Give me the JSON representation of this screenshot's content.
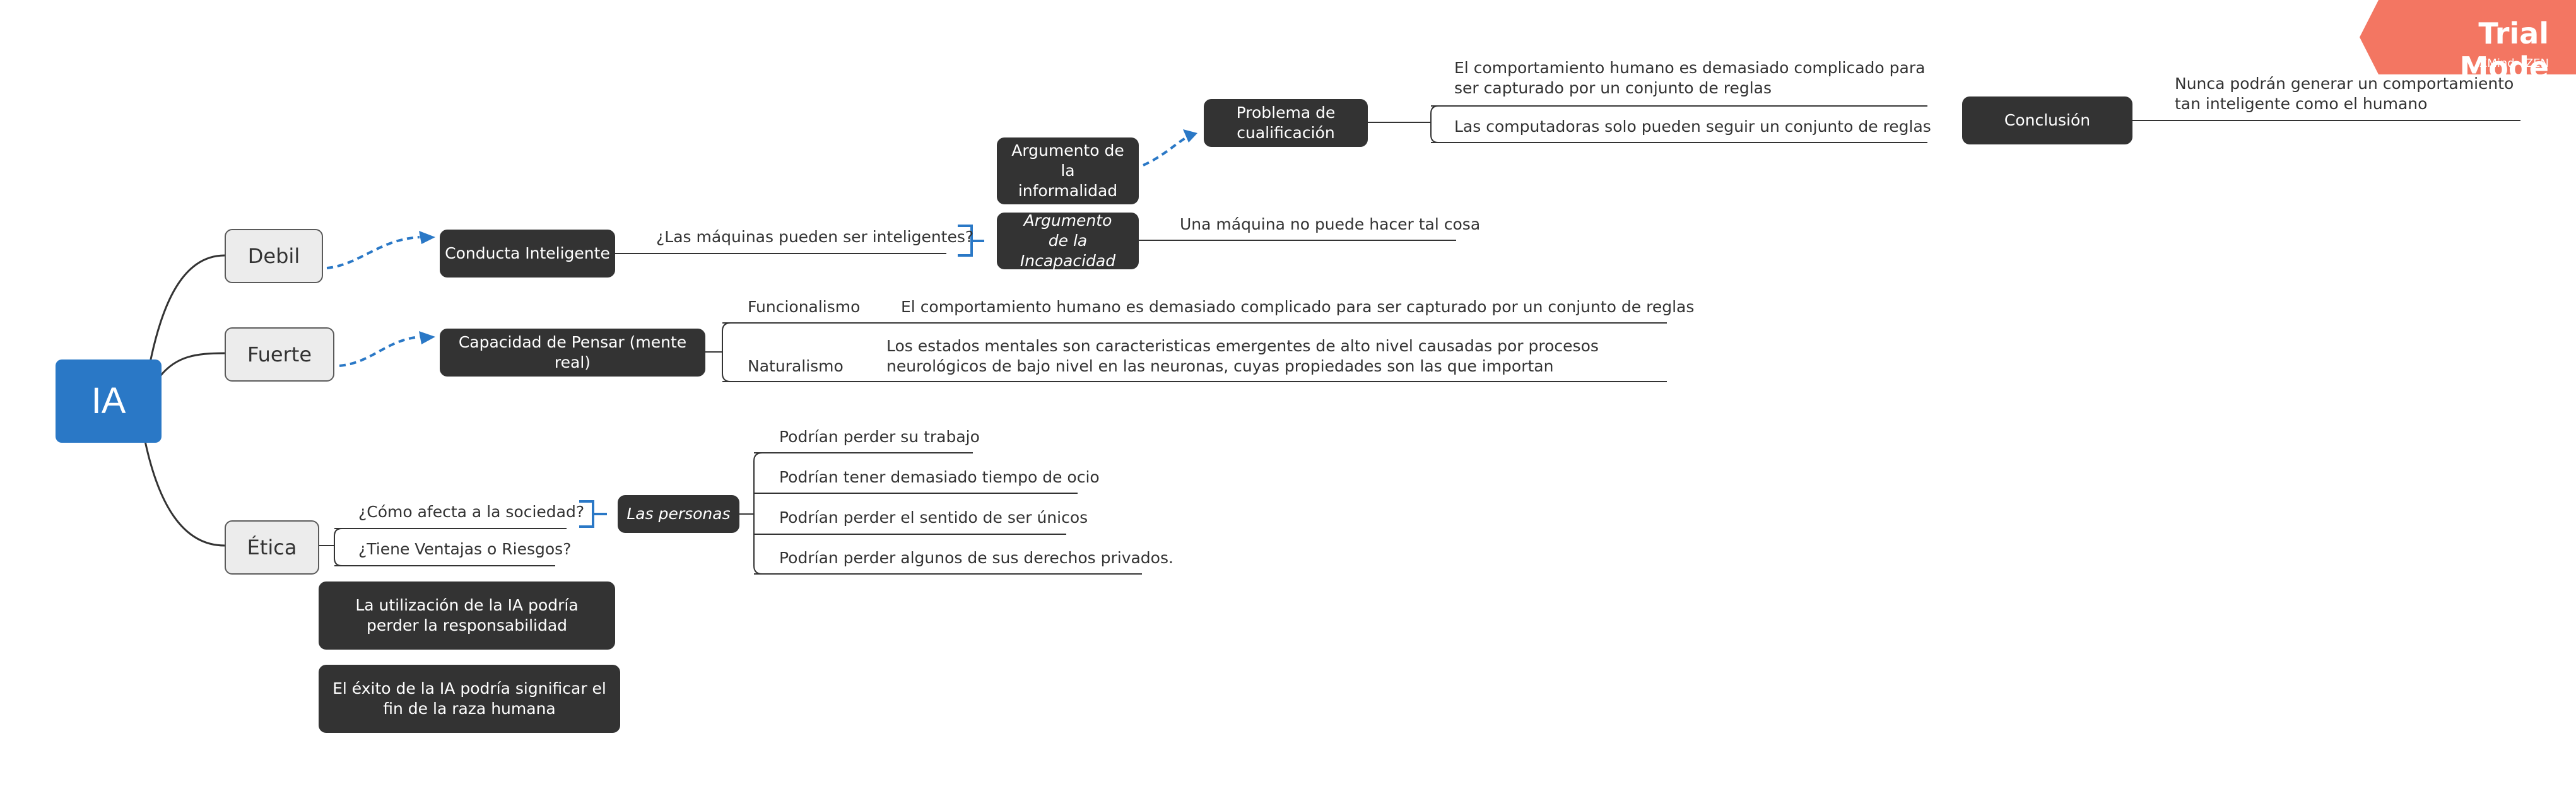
{
  "root": {
    "label": "IA"
  },
  "branches": {
    "debil": "Debil",
    "fuerte": "Fuerte",
    "etica": "Ética"
  },
  "debil_branch": {
    "conducta": "Conducta Inteligente",
    "question": "¿Las máquinas pueden ser inteligentes?",
    "informalidad": "Argumento de la informalidad",
    "incapacidad": "Argumento de la Incapacidad",
    "incapacidad_note": "Una máquina no puede hacer tal cosa",
    "problema": "Problema de cualificación",
    "problema_items": [
      "El comportamiento humano es demasiado complicado para ser capturado por un conjunto de reglas",
      "Las computadoras solo pueden seguir un conjunto de reglas"
    ],
    "conclusion": "Conclusión",
    "conclusion_note": "Nunca podrán generar un comportamiento tan inteligente como el humano"
  },
  "fuerte_branch": {
    "capacidad": "Capacidad de Pensar (mente real)",
    "funcionalismo": "Funcionalismo",
    "funcionalismo_desc": "El comportamiento humano es demasiado complicado para ser capturado por un conjunto de reglas",
    "naturalismo": "Naturalismo",
    "naturalismo_desc": "Los estados mentales son caracteristicas emergentes de alto nivel causadas por procesos neurológicos de bajo nivel en las neuronas, cuyas propiedades son las que importan"
  },
  "etica_branch": {
    "q1": "¿Cómo afecta a la sociedad?",
    "q2": "¿Tiene Ventajas o Riesgos?",
    "personas": "Las personas",
    "personas_items": [
      "Podrían perder su trabajo",
      "Podrían tener demasiado tiempo de ocio",
      "Podrían perder el sentido de ser únicos",
      "Podrían perder algunos de sus derechos privados."
    ],
    "responsabilidad": "La utilización de la IA podría perder la responsabilidad",
    "fin": "El éxito de la IA podría significar el fin de la raza humana"
  },
  "watermark": {
    "title": "Trial Mode",
    "brand": "XMind · ZEN",
    "color": "#f26a55"
  },
  "colors": {
    "root": "#2a78c6",
    "topic": "#333333",
    "subtopic_fill": "#ececec",
    "dashed_link": "#2a78c6",
    "line": "#333333"
  }
}
